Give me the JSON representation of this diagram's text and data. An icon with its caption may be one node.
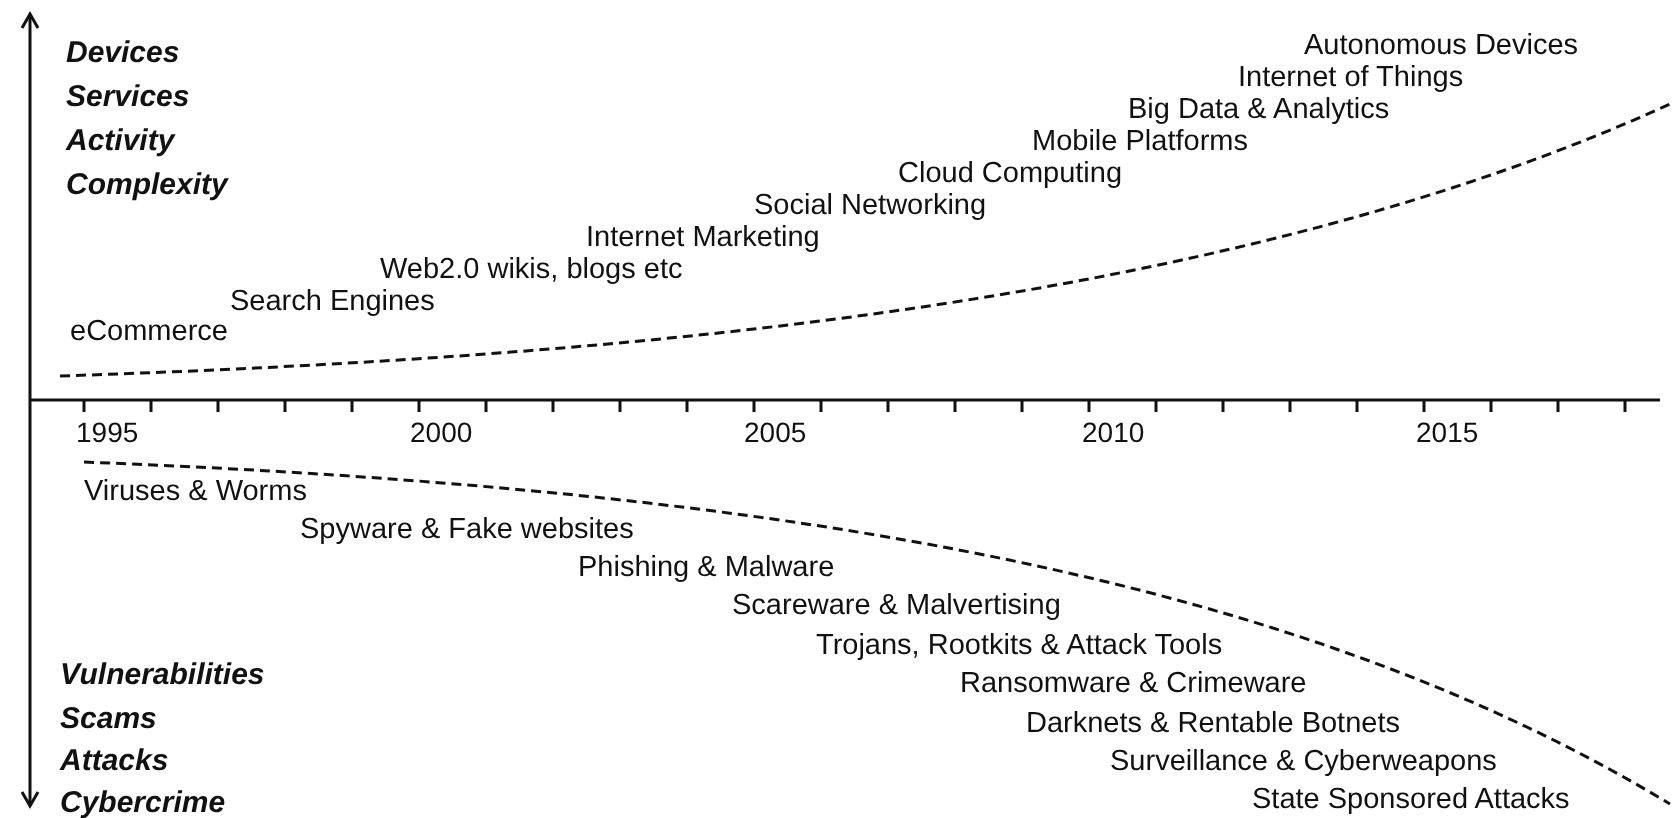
{
  "diagram": {
    "labels": [
      "Devices",
      "Services",
      "Activity",
      "Complexity",
      "Autonomous Devices",
      "Internet of Things",
      "Big Data & Analytics",
      "Mobile Platforms",
      "Cloud Computing",
      "Social Networking",
      "Internet Marketing",
      "Web2.0 wikis, blogs etc",
      "Search Engines",
      "eCommerce",
      "1995",
      "2000",
      "2005",
      "2010",
      "2015",
      "Viruses & Worms",
      "Spyware & Fake websites",
      "Phishing & Malware",
      "Scareware & Malvertising",
      "Trojans, Rootkits & Attack Tools",
      "Vulnerabilities",
      "Ransomware & Crimeware",
      "Scams",
      "Darknets & Rentable Botnets",
      "Attacks",
      "Surveillance & Cyberweapons",
      "Cybercrime",
      "State Sponsored Attacks"
    ]
  }
}
